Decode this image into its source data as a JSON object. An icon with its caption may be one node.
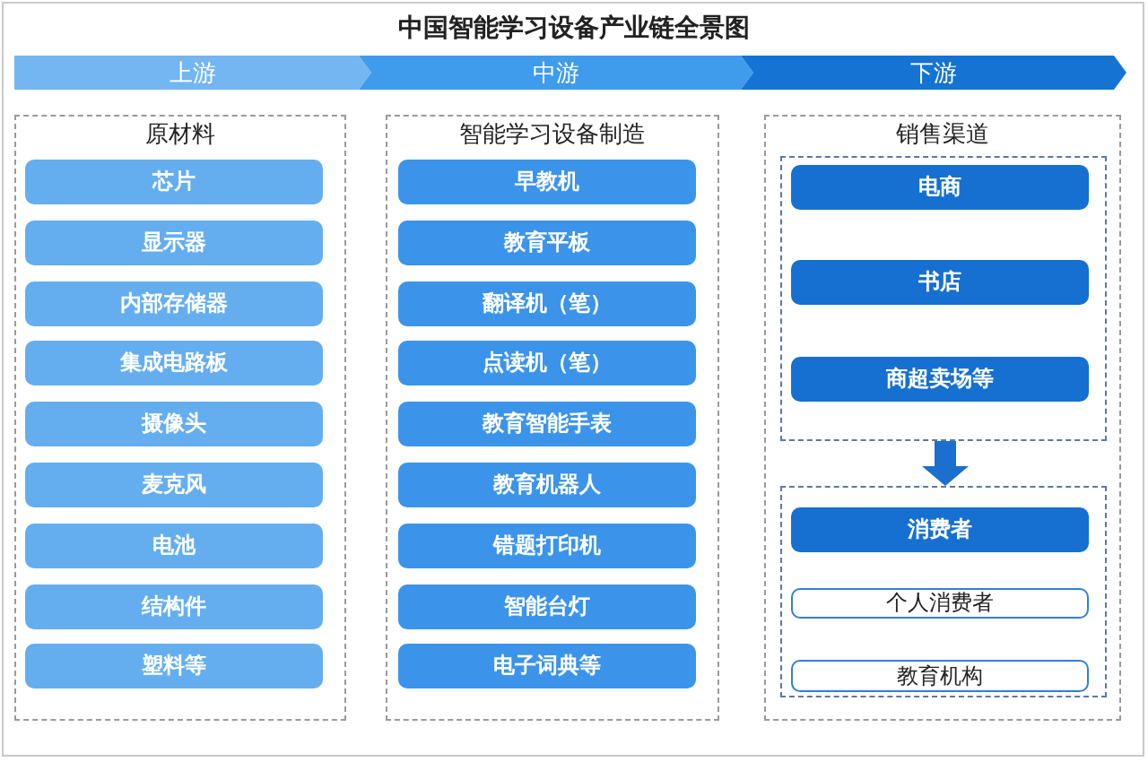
{
  "diagram": {
    "title": "中国智能学习设备产业链全景图",
    "nodes": [
      {
        "text": [
          "上游"
        ]
      },
      {
        "text": [
          "中游"
        ]
      },
      {
        "text": [
          "下游"
        ]
      },
      {
        "text": [
          "原材料"
        ]
      },
      {
        "text": [
          "芯片"
        ],
        "in": 3
      },
      {
        "text": [
          "显示器"
        ],
        "in": 3
      },
      {
        "text": [
          "内部存储器"
        ],
        "in": 3
      },
      {
        "text": [
          "集成电路板"
        ],
        "in": 3
      },
      {
        "text": [
          "摄像头"
        ],
        "in": 3
      },
      {
        "text": [
          "麦克风"
        ],
        "in": 3
      },
      {
        "text": [
          "电池"
        ],
        "in": 3
      },
      {
        "text": [
          "结构件"
        ],
        "in": 3
      },
      {
        "text": [
          "塑料等"
        ],
        "in": 3
      },
      {
        "text": [
          "智能学习设备制造"
        ]
      },
      {
        "text": [
          "早教机"
        ],
        "in": 13
      },
      {
        "text": [
          "教育平板"
        ],
        "in": 13
      },
      {
        "text": [
          "翻译机（笔）"
        ],
        "in": 13
      },
      {
        "text": [
          "点读机（笔）"
        ],
        "in": 13
      },
      {
        "text": [
          "教育智能手表"
        ],
        "in": 13
      },
      {
        "text": [
          "教育机器人"
        ],
        "in": 13
      },
      {
        "text": [
          "错题打印机"
        ],
        "in": 13
      },
      {
        "text": [
          "智能台灯"
        ],
        "in": 13
      },
      {
        "text": [
          "电子词典等"
        ],
        "in": 13
      },
      {
        "text": [
          "销售渠道"
        ]
      },
      {
        "text": [],
        "shape": "box",
        "in": 23
      },
      {
        "text": [
          "电商"
        ],
        "in": 24
      },
      {
        "text": [
          "书店"
        ],
        "in": 24
      },
      {
        "text": [
          "商超卖场等"
        ],
        "in": 24
      },
      {
        "text": [],
        "shape": "box",
        "in": 23
      },
      {
        "text": [
          "消费者"
        ],
        "in": 28
      },
      {
        "text": [
          "个人消费者"
        ],
        "in": 28
      },
      {
        "text": [
          "教育机构"
        ],
        "in": 28
      }
    ],
    "edges": [
      {
        "from": 24,
        "to": 28,
        "arrow": "to"
      }
    ]
  }
}
